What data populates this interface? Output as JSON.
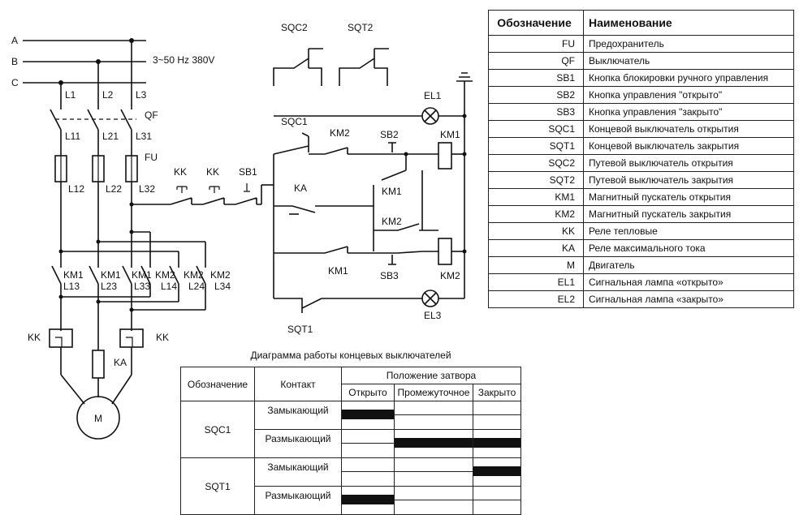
{
  "schematic": {
    "phases": [
      "A",
      "B",
      "C"
    ],
    "supply": "3~50 Hz  380V",
    "lines_top": [
      "L1",
      "L2",
      "L3"
    ],
    "qf": "QF",
    "lines_mid": [
      "L11",
      "L21",
      "L31"
    ],
    "fu": "FU",
    "lines_fuse": [
      "L12",
      "L22",
      "L32"
    ],
    "kk1": "KK",
    "kk2": "KK",
    "sb1": "SB1",
    "ka": "KA",
    "km1_contacts": [
      "KM1",
      "KM1",
      "KM1"
    ],
    "km2_contacts": [
      "KM2",
      "KM2",
      "KM2"
    ],
    "km_lines": [
      "L13",
      "L23",
      "L33",
      "L14",
      "L24",
      "L34"
    ],
    "kk_left": "KK",
    "kk_right": "KK",
    "ka_coil": "KA",
    "motor": "M",
    "sqc2": "SQC2",
    "sqt2": "SQT2",
    "el1": "EL1",
    "sqc1": "SQC1",
    "km2_ctrl": "KM2",
    "sb2": "SB2",
    "km1_coil": "KM1",
    "km1_ctrl": "KM1",
    "km2_ctrl2": "KM2",
    "km1_ctrl2": "KM1",
    "sb3": "SB3",
    "km2_coil": "KM2",
    "el3": "EL3",
    "sqt1": "SQT1"
  },
  "legend": {
    "header_code": "Обозначение",
    "header_name": "Наименование",
    "rows": [
      {
        "code": "FU",
        "name": "Предохранитель"
      },
      {
        "code": "QF",
        "name": "Выключатель"
      },
      {
        "code": "SB1",
        "name": "Кнопка блокировки ручного управления"
      },
      {
        "code": "SB2",
        "name": "Кнопка управления \"открыто\""
      },
      {
        "code": "SB3",
        "name": "Кнопка управления \"закрыто\""
      },
      {
        "code": "SQC1",
        "name": "Концевой выключатель открытия"
      },
      {
        "code": "SQT1",
        "name": "Концевой выключатель закрытия"
      },
      {
        "code": "SQC2",
        "name": "Путевой выключатель открытия"
      },
      {
        "code": "SQT2",
        "name": "Путевой выключатель закрытия"
      },
      {
        "code": "KM1",
        "name": "Магнитный пускатель открытия"
      },
      {
        "code": "KM2",
        "name": "Магнитный пускатель закрытия"
      },
      {
        "code": "KK",
        "name": "Реле тепловые"
      },
      {
        "code": "KA",
        "name": "Реле максимального тока"
      },
      {
        "code": "M",
        "name": "Двигатель"
      },
      {
        "code": "EL1",
        "name": "Сигнальная лампа «открыто»"
      },
      {
        "code": "EL2",
        "name": "Сигнальная лампа «закрыто»"
      }
    ]
  },
  "timing": {
    "title": "Диаграмма работы концевых выключателей",
    "col_code": "Обозначение",
    "col_contact": "Контакт",
    "col_position": "Положение затвора",
    "positions": [
      "Открыто",
      "Промежуточное",
      "Закрыто"
    ],
    "switches": [
      {
        "code": "SQC1",
        "contacts": [
          {
            "name": "Замыкающий",
            "closed": [
              true,
              false,
              false
            ]
          },
          {
            "name": "Размыкающий",
            "closed": [
              false,
              true,
              true
            ]
          }
        ]
      },
      {
        "code": "SQT1",
        "contacts": [
          {
            "name": "Замыкающий",
            "closed": [
              false,
              false,
              true
            ]
          },
          {
            "name": "Размыкающий",
            "closed": [
              true,
              false,
              false
            ]
          }
        ]
      }
    ]
  }
}
